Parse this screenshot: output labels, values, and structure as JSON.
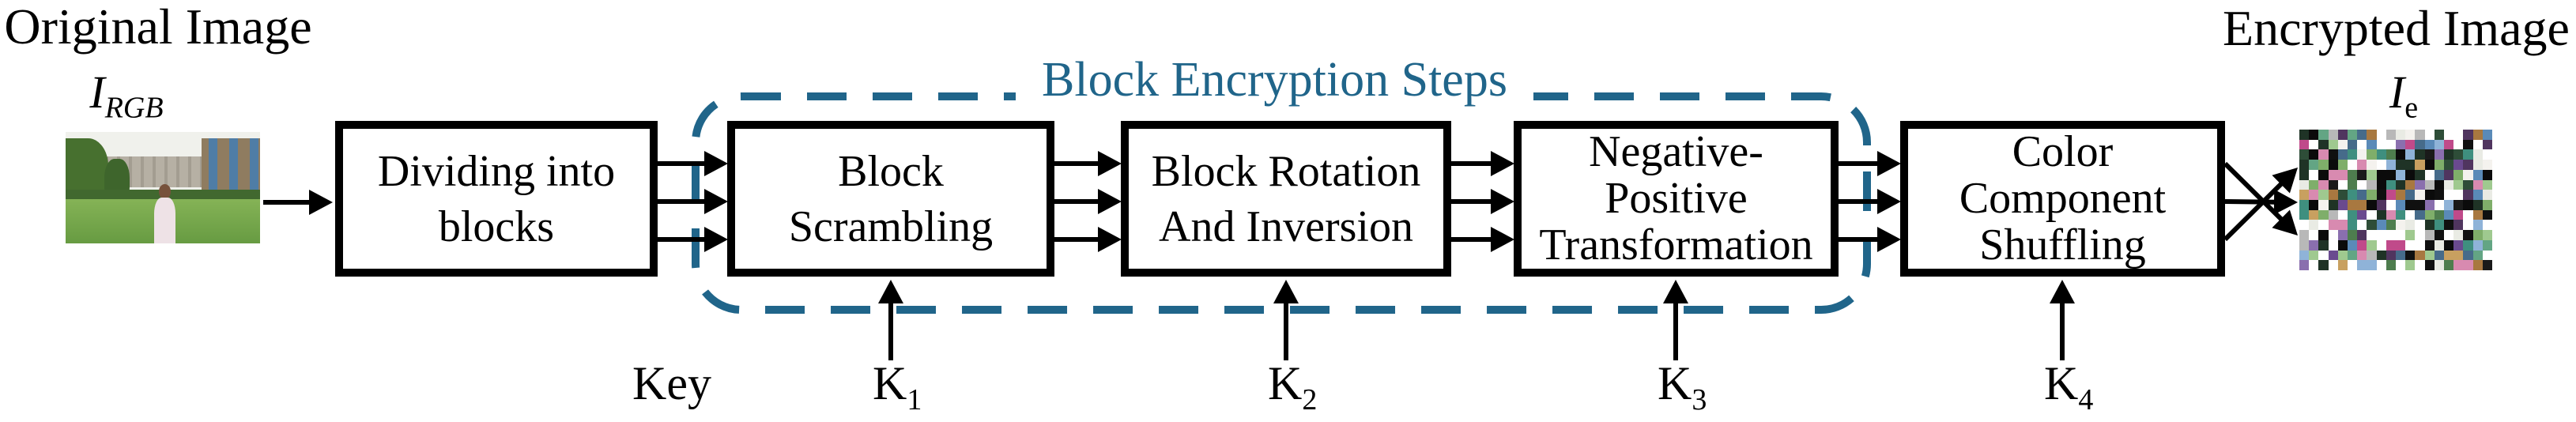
{
  "accent_color": "#20658a",
  "line_color": "#000000",
  "original_image": {
    "title": "Original Image",
    "symbol_base": "I",
    "symbol_sub": "RGB"
  },
  "encrypted_image_label": {
    "title": "Encrypted Image",
    "symbol_base": "I",
    "symbol_sub": "e"
  },
  "boundary": {
    "title": "Block Encryption Steps"
  },
  "key_caption": "Key",
  "steps": [
    {
      "label": "Dividing into\nblocks"
    },
    {
      "label": "Block\nScrambling",
      "key_label": {
        "base": "K",
        "sub": "1"
      }
    },
    {
      "label": "Block Rotation\nAnd Inversion",
      "key_label": {
        "base": "K",
        "sub": "2"
      }
    },
    {
      "label": "Negative-\nPositive\nTransformation",
      "key_label": {
        "base": "K",
        "sub": "3"
      }
    },
    {
      "label": "Color\nComponent\nShuffling",
      "key_label": {
        "base": "K",
        "sub": "4"
      }
    }
  ],
  "encrypted_image": {
    "grid": {
      "cols": 20,
      "rows": 14
    },
    "palette": [
      "#ffffff",
      "#ffffff",
      "#ffffff",
      "#ffffff",
      "#ffffff",
      "#f4f2ee",
      "#e9ebe4",
      "#0b0b0b",
      "#0b0b0b",
      "#101010",
      "#1a1a1a",
      "#2e4d38",
      "#4e7d4e",
      "#7fae6a",
      "#9fc98f",
      "#63a584",
      "#3f8f7f",
      "#1f3326",
      "#6a4a8f",
      "#50355f",
      "#8a6fae",
      "#c04a8a",
      "#d88ab0",
      "#5a8ab8",
      "#8fb3d8",
      "#466b8a",
      "#a87840",
      "#c8a060",
      "#b8b8b8"
    ]
  }
}
